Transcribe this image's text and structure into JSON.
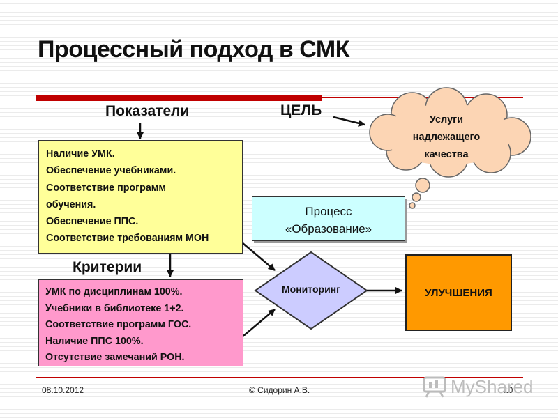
{
  "slide": {
    "title": "Процессный подход в СМК",
    "labels": {
      "indicators": "Показатели",
      "goal": "ЦЕЛЬ",
      "criteria": "Критерии"
    },
    "indicators_items": [
      "Наличие УМК.",
      "Обеспечение учебниками.",
      "Соответствие программ",
      "обучения.",
      "Обеспечение ППС.",
      "Соответствие требованиям МОН"
    ],
    "criteria_items": [
      "УМК по дисциплинам 100%.",
      "Учебники в библиотеке 1+2.",
      "Соответствие программ ГОС.",
      "Наличие ППС 100%.",
      "Отсутствие замечаний РОН."
    ],
    "goal_cloud": [
      "Услуги",
      "надлежащего",
      "качества"
    ],
    "process_box": [
      "Процесс",
      "«Образование»"
    ],
    "monitoring": "Мониторинг",
    "improvements": "УЛУЧШЕНИЯ",
    "colors": {
      "indicators_fill": "#ffff99",
      "criteria_fill": "#ff99cc",
      "process_fill": "#ccffff",
      "improve_fill": "#ff9900",
      "cloud_fill": "#fcd5b4",
      "diamond_fill": "#ccccff",
      "accent_red": "#c00000"
    }
  },
  "footer": {
    "date": "08.10.2012",
    "author": "© Сидорин А.В.",
    "page": "10"
  },
  "watermark": "MyShared"
}
